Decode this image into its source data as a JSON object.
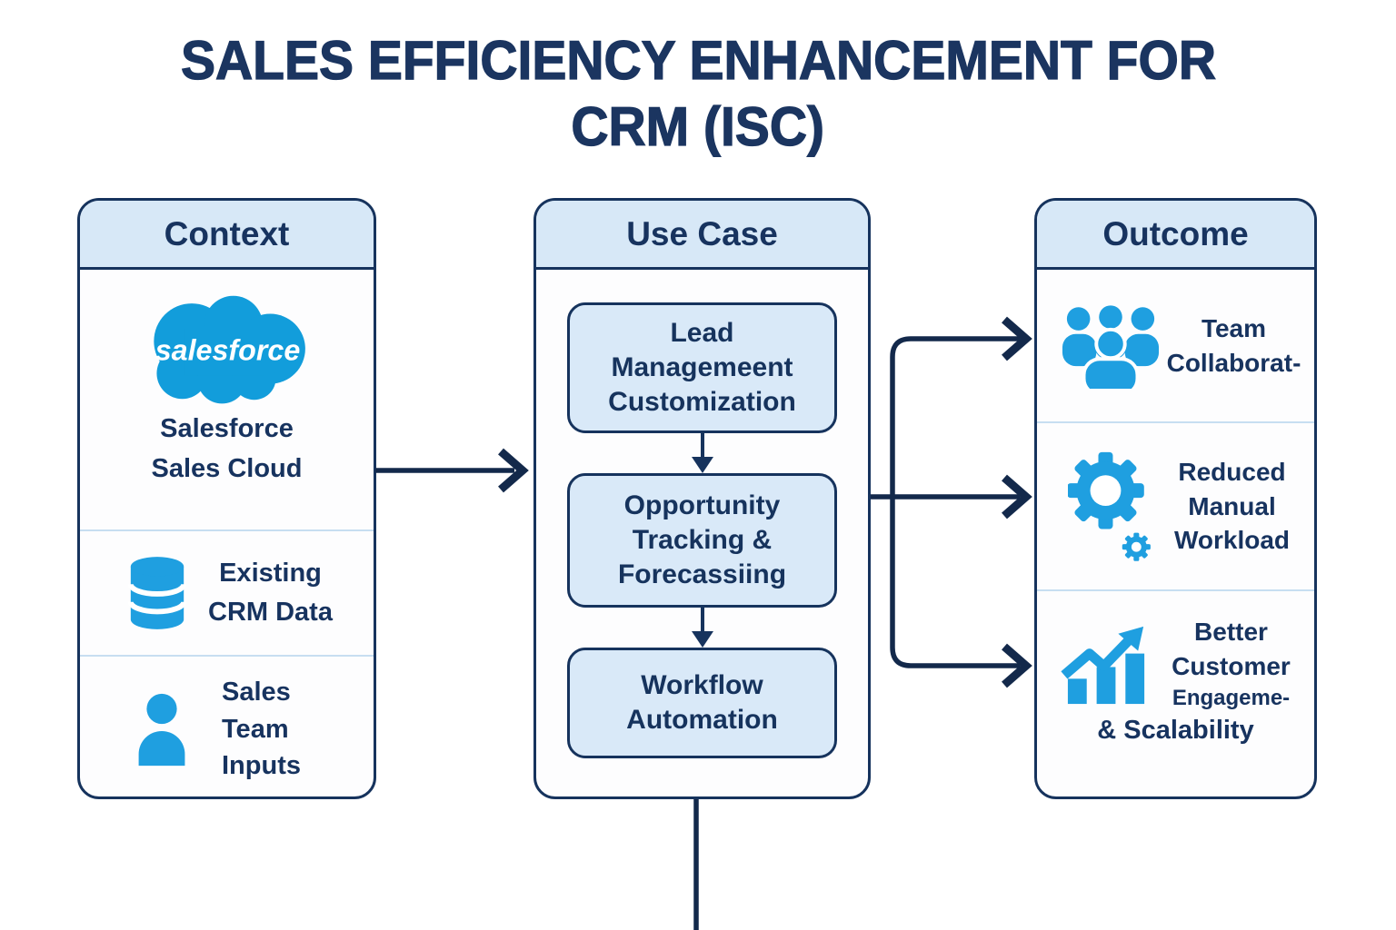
{
  "title": {
    "line1": "SALES EFFICIENCY ENHANCEMENT FOR",
    "line2": "CRM (ISC)"
  },
  "colors": {
    "navy_text": "#17335f",
    "navy_border": "#16335d",
    "header_fill": "#d7e8f7",
    "box_fill": "#d9e9f8",
    "divider_blue": "#c7def1",
    "icon_blue": "#1f9fe0",
    "salesforce_blue": "#129ddb",
    "background": "#ffffff"
  },
  "columns": {
    "context": {
      "header": "Context",
      "items": [
        {
          "icon": "salesforce-cloud-icon",
          "logo_text": "salesforce",
          "label": "Salesforce\nSales Cloud"
        },
        {
          "icon": "database-icon",
          "label": "Existing\nCRM Data"
        },
        {
          "icon": "person-icon",
          "label": "Sales\nTeam\nInputs"
        }
      ]
    },
    "use_case": {
      "header": "Use Case",
      "boxes": [
        {
          "label": "Lead\nManagemeent\nCustomization"
        },
        {
          "label": "Opportunity\nTracking &\nForecassiing"
        },
        {
          "label": "Workflow\nAutomation"
        }
      ]
    },
    "outcome": {
      "header": "Outcome",
      "items": [
        {
          "icon": "team-icon",
          "label": "Team\nCollaborat-"
        },
        {
          "icon": "gears-icon",
          "label": "Reduced\nManual\nWorkload"
        },
        {
          "icon": "growth-chart-icon",
          "label": "Better\nCustomer",
          "label_sub": "Engageme-",
          "label_tail": "& Scalability"
        }
      ]
    }
  }
}
